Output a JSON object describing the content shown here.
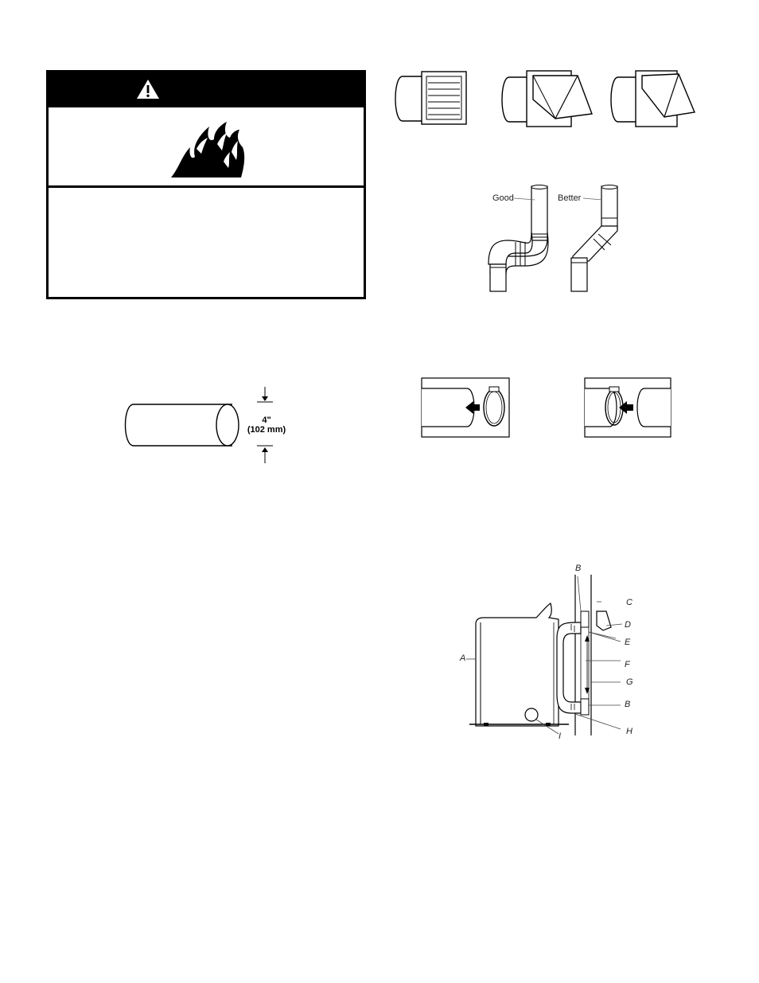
{
  "warning": {
    "icon": "warning-triangle-icon",
    "symbol": "fire-icon"
  },
  "duct_figure": {
    "dim_in": "4\"",
    "dim_mm": "(102 mm)"
  },
  "elbow_figure": {
    "good_label": "Good",
    "better_label": "Better"
  },
  "install_figure": {
    "labels": {
      "a": "A",
      "b_top": "B",
      "b_bottom": "B",
      "c": "C",
      "d": "D",
      "e": "E",
      "f": "F",
      "g": "G",
      "h": "H",
      "i": "I"
    }
  }
}
